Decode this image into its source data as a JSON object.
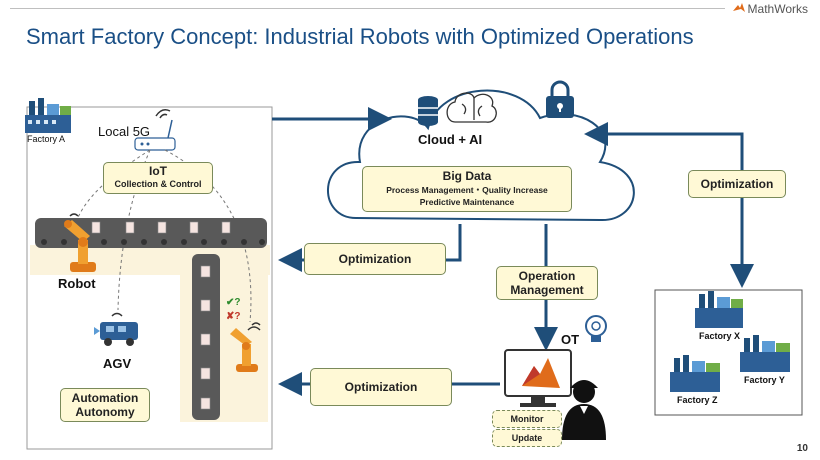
{
  "header": {
    "title": "Smart Factory Concept: Industrial Robots with Optimized Operations",
    "brand": "MathWorks",
    "page_number": "10"
  },
  "factory_a": {
    "label": "Factory A",
    "local_5g": "Local 5G",
    "iot_title": "IoT",
    "iot_subtitle": "Collection & Control",
    "robot_label": "Robot",
    "agv_label": "AGV",
    "automation_line1": "Automation",
    "automation_line2": "Autonomy",
    "check_mark": "✔?",
    "cross_mark": "✘?"
  },
  "cloud": {
    "label": "Cloud + AI",
    "big_data_title": "Big Data",
    "big_data_line1": "Process Management・Quality Increase",
    "big_data_line2": "Predictive Maintenance"
  },
  "flows": {
    "optimization_top": "Optimization",
    "optimization_bottom": "Optimization",
    "optimization_right": "Optimization",
    "operation_line1": "Operation",
    "operation_line2": "Management"
  },
  "ot": {
    "label": "OT",
    "monitor": "Monitor",
    "update": "Update"
  },
  "factories": {
    "x": "Factory X",
    "y": "Factory Y",
    "z": "Factory Z"
  },
  "colors": {
    "arrow": "#1f4e79",
    "title": "#1a4f86",
    "label_fill": "#fff9d6",
    "conveyor": "#595959"
  }
}
